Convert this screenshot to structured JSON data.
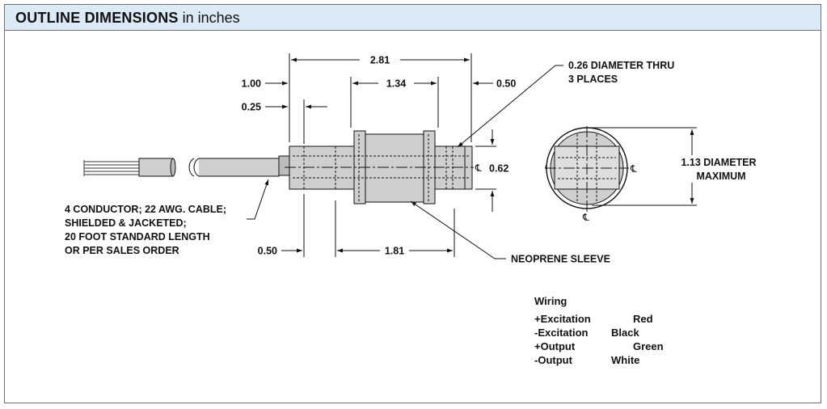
{
  "header": {
    "title_bold": "OUTLINE DIMENSIONS",
    "title_rest": " in inches",
    "background": "#dce9f6"
  },
  "dimensions": {
    "overall_length": "2.81",
    "d_1_00": "1.00",
    "d_1_34": "1.34",
    "d_0_50_right": "0.50",
    "d_0_25": "0.25",
    "d_0_62": "0.62",
    "d_0_50_left": "0.50",
    "d_1_81": "1.81"
  },
  "callouts": {
    "holes_line1": "0.26 DIAMETER THRU",
    "holes_line2": "3 PLACES",
    "diameter_line1": "1.13 DIAMETER",
    "diameter_line2": "MAXIMUM",
    "sleeve": "NEOPRENE SLEEVE",
    "centerline_symbol": "℄"
  },
  "cable_note": [
    "4 CONDUCTOR; 22 AWG. CABLE;",
    "SHIELDED & JACKETED;",
    "20 FOOT STANDARD LENGTH",
    "OR PER SALES ORDER"
  ],
  "wiring": {
    "title": "Wiring",
    "rows": [
      {
        "signal": "+Excitation",
        "color": "Red"
      },
      {
        "signal": "-Excitation",
        "color": "Black"
      },
      {
        "signal": "+Output",
        "color": "Green"
      },
      {
        "signal": "-Output",
        "color": "White"
      }
    ]
  }
}
